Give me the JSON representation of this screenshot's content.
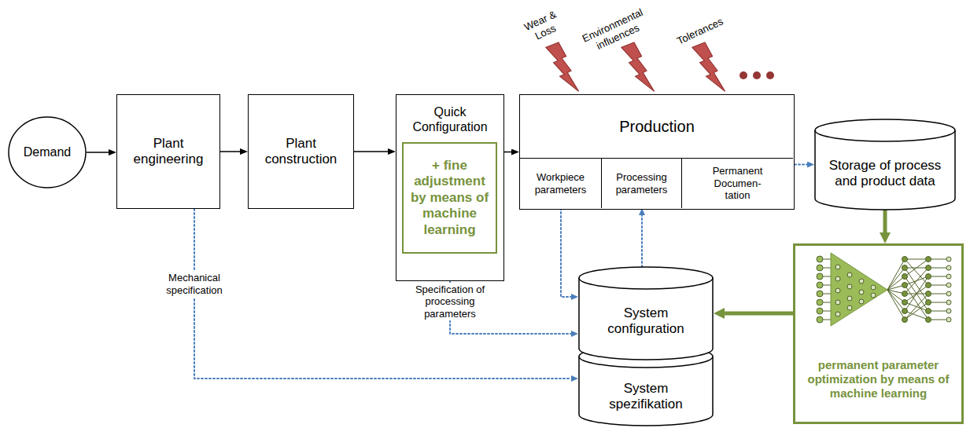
{
  "diagram": {
    "nodes": [
      {
        "text": [
          "Demand"
        ]
      },
      {
        "text": [
          "Plant engineering"
        ]
      },
      {
        "text": [
          "Plant construction"
        ]
      },
      {
        "text": [
          "Quick Configuration"
        ]
      },
      {
        "text": [
          "+ fine adjustment by means of machine learning"
        ],
        "in": 3
      },
      {
        "text": [
          "Production"
        ]
      },
      {
        "text": [
          "Workpiece parameters"
        ],
        "in": 5
      },
      {
        "text": [
          "Processing parameters"
        ],
        "in": 5
      },
      {
        "text": [
          "Permanent Documen- tation"
        ],
        "in": 5
      },
      {
        "text": [
          "Storage of process and product data"
        ]
      },
      {
        "text": [
          "System configuration"
        ]
      },
      {
        "text": [
          "System spezifikation"
        ]
      },
      {
        "text": [
          "permanent parameter optimization by means of machine learning"
        ]
      }
    ],
    "edges": [
      {
        "from": 0,
        "to": 1,
        "arrow": "to"
      },
      {
        "from": 1,
        "to": 2,
        "arrow": "to"
      },
      {
        "from": 2,
        "to": 3,
        "arrow": "to"
      },
      {
        "from": 3,
        "to": 5,
        "arrow": "to"
      },
      {
        "from": 5,
        "to": 9,
        "arrow": "to"
      },
      {
        "from": 9,
        "to": 12,
        "arrow": "to"
      },
      {
        "from": 12,
        "to": 10,
        "arrow": "to"
      },
      {
        "from": 1,
        "to": 11,
        "label": "Mechanical specification",
        "arrow": "to"
      },
      {
        "from": 3,
        "to": 10,
        "label": "Specification of processing parameters",
        "arrow": "to"
      },
      {
        "from": 6,
        "to": 10,
        "arrow": "to"
      },
      {
        "from": 10,
        "to": 7,
        "arrow": "to"
      }
    ],
    "labels": [
      "Wear & Loss",
      "Environmental influences",
      "Tolerances"
    ]
  }
}
